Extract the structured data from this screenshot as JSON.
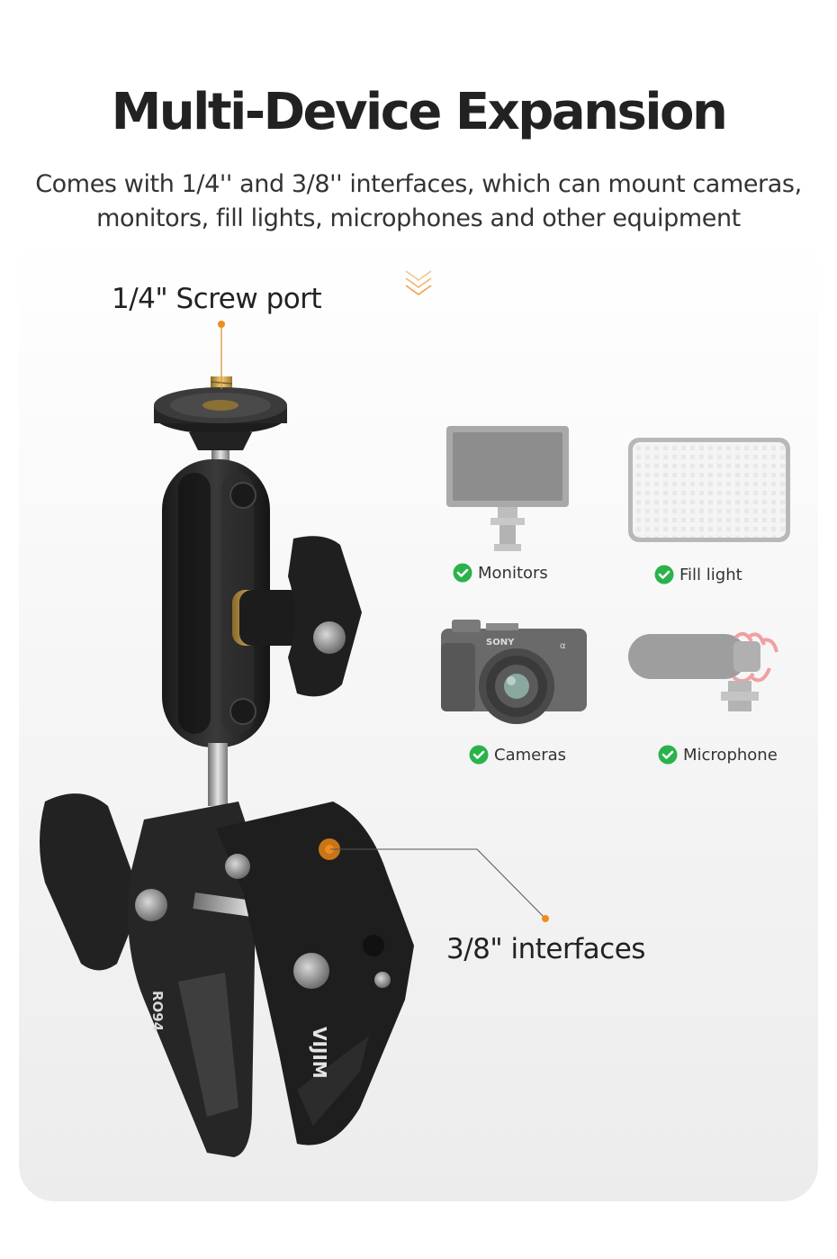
{
  "heading": {
    "title": "Multi-Device Expansion",
    "subtitle_line1": "Comes with 1/4'' and 3/8'' interfaces, which can mount cameras,",
    "subtitle_line2": "monitors, fill lights, microphones and other equipment"
  },
  "callouts": {
    "screw_port": "1/4\" Screw port",
    "interfaces": "3/8\" interfaces"
  },
  "product": {
    "model_text": "RO94",
    "brand_text": "VIJIM"
  },
  "camera_brand": {
    "maker": "SONY",
    "mark": "α"
  },
  "devices": [
    {
      "label": "Monitors",
      "icon": "check-circle-icon"
    },
    {
      "label": "Fill light",
      "icon": "check-circle-icon"
    },
    {
      "label": "Cameras",
      "icon": "check-circle-icon"
    },
    {
      "label": "Microphone",
      "icon": "check-circle-icon"
    }
  ],
  "colors": {
    "accent_orange": "#f08c1e",
    "check_green": "#2bb24c",
    "text_dark": "#222222"
  }
}
